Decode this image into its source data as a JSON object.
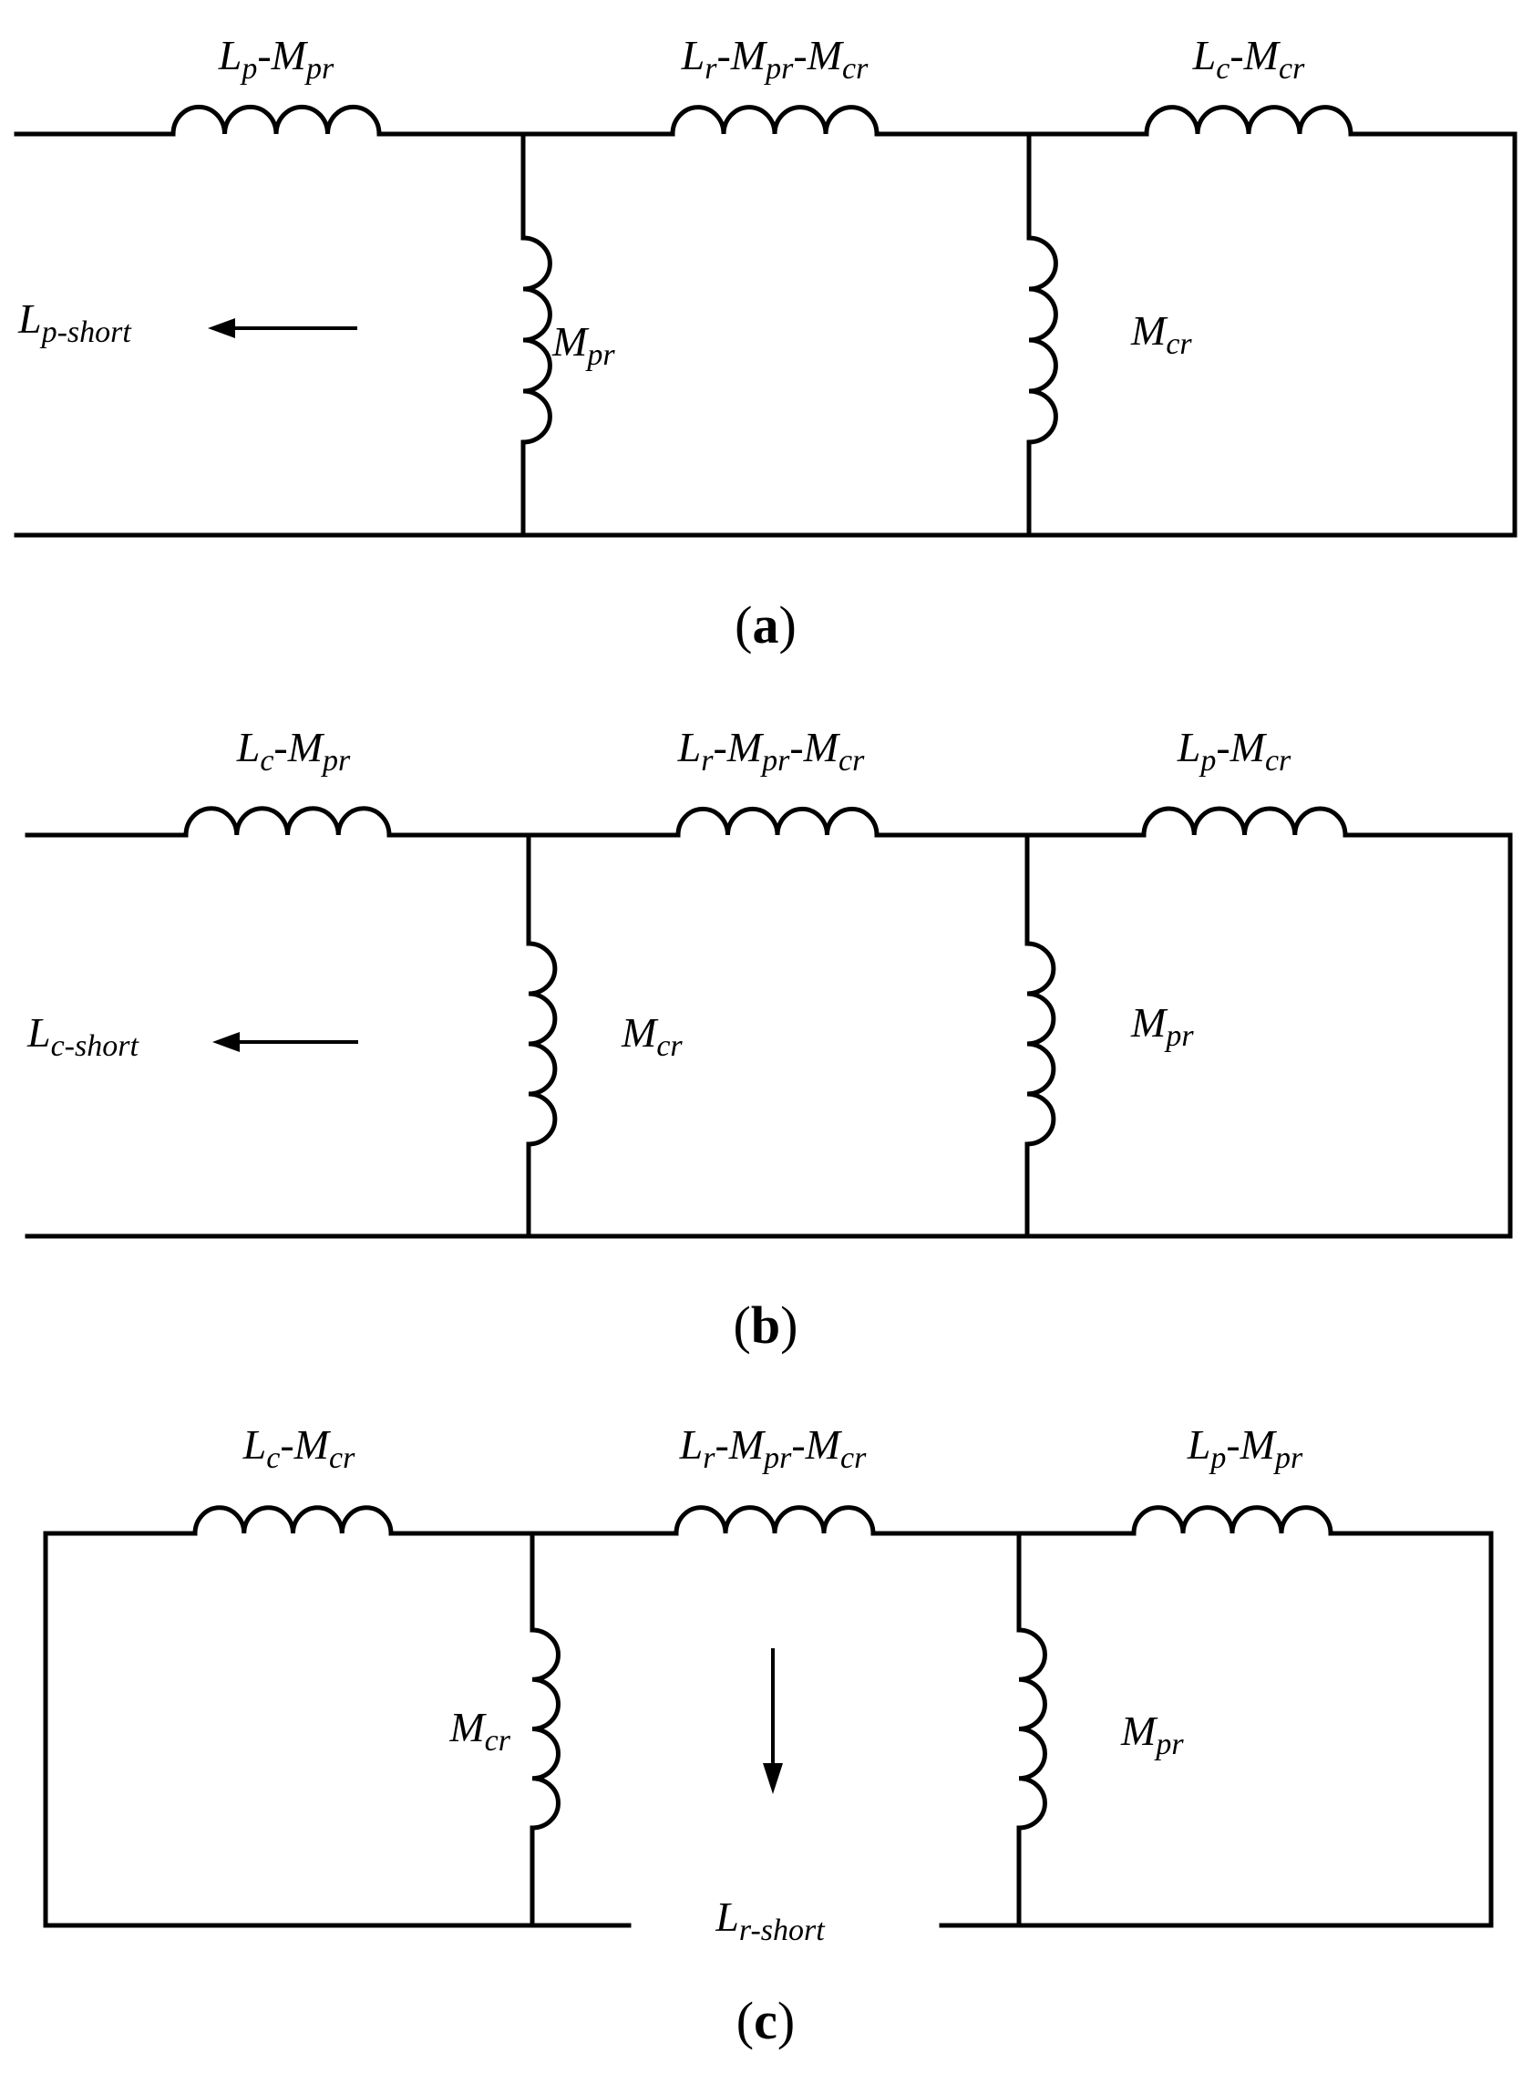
{
  "colors": {
    "stroke": "#000000",
    "background": "#ffffff"
  },
  "panels": [
    {
      "id": "a",
      "caption_letter": "a",
      "series": [
        {
          "main": "L",
          "sub": "p",
          "rest": "-M",
          "sub2": "pr",
          "rest2": "",
          "sub3": ""
        },
        {
          "main": "L",
          "sub": "r",
          "rest": "-M",
          "sub2": "pr",
          "rest2": "-M",
          "sub3": "cr"
        },
        {
          "main": "L",
          "sub": "c",
          "rest": "-M",
          "sub2": "cr",
          "rest2": "",
          "sub3": ""
        }
      ],
      "shunts": [
        {
          "main": "M",
          "sub": "pr"
        },
        {
          "main": "M",
          "sub": "cr"
        }
      ],
      "measure": {
        "main": "L",
        "sub": "p-short",
        "arrow": "left"
      }
    },
    {
      "id": "b",
      "caption_letter": "b",
      "series": [
        {
          "main": "L",
          "sub": "c",
          "rest": "-M",
          "sub2": "pr",
          "rest2": "",
          "sub3": ""
        },
        {
          "main": "L",
          "sub": "r",
          "rest": "-M",
          "sub2": "pr",
          "rest2": "-M",
          "sub3": "cr"
        },
        {
          "main": "L",
          "sub": "p",
          "rest": "-M",
          "sub2": "cr",
          "rest2": "",
          "sub3": ""
        }
      ],
      "shunts": [
        {
          "main": "M",
          "sub": "cr"
        },
        {
          "main": "M",
          "sub": "pr"
        }
      ],
      "measure": {
        "main": "L",
        "sub": "c-short",
        "arrow": "left"
      }
    },
    {
      "id": "c",
      "caption_letter": "c",
      "series": [
        {
          "main": "L",
          "sub": "c",
          "rest": "-M",
          "sub2": "cr",
          "rest2": "",
          "sub3": ""
        },
        {
          "main": "L",
          "sub": "r",
          "rest": "-M",
          "sub2": "pr",
          "rest2": "-M",
          "sub3": "cr"
        },
        {
          "main": "L",
          "sub": "p",
          "rest": "-M",
          "sub2": "pr",
          "rest2": "",
          "sub3": ""
        }
      ],
      "shunts": [
        {
          "main": "M",
          "sub": "cr"
        },
        {
          "main": "M",
          "sub": "pr"
        }
      ],
      "measure": {
        "main": "L",
        "sub": "r-short",
        "arrow": "down"
      }
    }
  ]
}
